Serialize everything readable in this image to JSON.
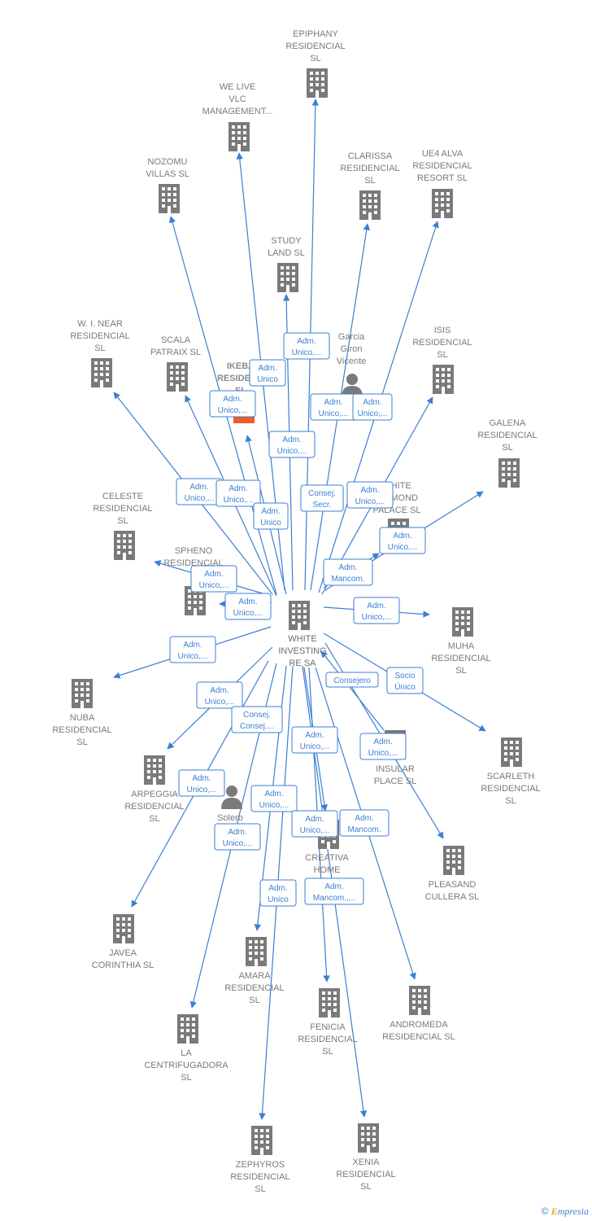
{
  "center": {
    "label": [
      "WHITE",
      "INVESTING",
      "RE SA"
    ]
  },
  "nodes": [
    {
      "id": "epiphany",
      "label": [
        "EPIPHANY",
        "RESIDENCIAL",
        "SL"
      ],
      "type": "company"
    },
    {
      "id": "welive",
      "label": [
        "WE LIVE",
        "VLC",
        "MANAGEMENT..."
      ],
      "type": "company"
    },
    {
      "id": "nozomu",
      "label": [
        "NOZOMU",
        "VILLAS  SL"
      ],
      "type": "company"
    },
    {
      "id": "clarissa",
      "label": [
        "CLARISSA",
        "RESIDENCIAL",
        "SL"
      ],
      "type": "company"
    },
    {
      "id": "ue4",
      "label": [
        "UE4 ALVA",
        "RESIDENCIAL",
        "RESORT  SL"
      ],
      "type": "company"
    },
    {
      "id": "studyland",
      "label": [
        "STUDY",
        "LAND  SL"
      ],
      "type": "company"
    },
    {
      "id": "garcia",
      "label": [
        "Garcia",
        "Giron",
        "Vicente"
      ],
      "type": "person"
    },
    {
      "id": "isis",
      "label": [
        "ISIS",
        "RESIDENCIAL",
        "SL"
      ],
      "type": "company"
    },
    {
      "id": "winear",
      "label": [
        "W.  I. NEAR",
        "RESIDENCIAL",
        "SL"
      ],
      "type": "company"
    },
    {
      "id": "scala",
      "label": [
        "SCALA",
        "PATRAIX  SL"
      ],
      "type": "company"
    },
    {
      "id": "ikeba",
      "label": [
        "IKEBA",
        "RESIDEN...",
        "SL"
      ],
      "type": "highlight"
    },
    {
      "id": "galena",
      "label": [
        "GALENA",
        "RESIDENCIAL",
        "SL"
      ],
      "type": "company"
    },
    {
      "id": "celeste",
      "label": [
        "CELESTE",
        "RESIDENCIAL",
        "SL"
      ],
      "type": "company"
    },
    {
      "id": "whitediamond",
      "label": [
        "WHITE",
        "DIAMOND",
        "PALACE  SL"
      ],
      "type": "company"
    },
    {
      "id": "spheno",
      "label": [
        "SPHENO",
        "RESIDENCIAL"
      ],
      "type": "company"
    },
    {
      "id": "muha",
      "label": [
        "MUHA",
        "RESIDENCIAL",
        "SL"
      ],
      "type": "company"
    },
    {
      "id": "nuba",
      "label": [
        "NUBA",
        "RESIDENCIAL",
        "SL"
      ],
      "type": "company"
    },
    {
      "id": "scarleth",
      "label": [
        "SCARLETH",
        "RESIDENCIAL",
        "SL"
      ],
      "type": "company"
    },
    {
      "id": "arpeggia",
      "label": [
        "ARPEGGIA",
        "RESIDENCIAL",
        "SL"
      ],
      "type": "company"
    },
    {
      "id": "insular",
      "label": [
        "INSULAR",
        "PLACE  SL"
      ],
      "type": "company"
    },
    {
      "id": "solero",
      "label": [
        "Solero",
        "V..."
      ],
      "type": "person"
    },
    {
      "id": "creativa",
      "label": [
        "CREATIVA",
        "HOME",
        "SL"
      ],
      "type": "company"
    },
    {
      "id": "pleasand",
      "label": [
        "PLEASAND",
        "CULLERA  SL"
      ],
      "type": "company"
    },
    {
      "id": "javea",
      "label": [
        "JAVEA",
        "CORINTHIA  SL"
      ],
      "type": "company"
    },
    {
      "id": "amara",
      "label": [
        "AMARA",
        "RESIDENCIAL",
        "SL"
      ],
      "type": "company"
    },
    {
      "id": "fenicia",
      "label": [
        "FENICIA",
        "RESIDENCIAL",
        "SL"
      ],
      "type": "company"
    },
    {
      "id": "andromeda",
      "label": [
        "ANDROMEDA",
        "RESIDENCIAL SL"
      ],
      "type": "company"
    },
    {
      "id": "centrifugadora",
      "label": [
        "LA",
        "CENTRIFUGADORA",
        "SL"
      ],
      "type": "company"
    },
    {
      "id": "zephyros",
      "label": [
        "ZEPHYROS",
        "RESIDENCIAL",
        "SL"
      ],
      "type": "company"
    },
    {
      "id": "xenia",
      "label": [
        "XENIA",
        "RESIDENCIAL",
        "SL"
      ],
      "type": "company"
    }
  ],
  "edge_labels": [
    [
      "Adm.",
      "Unico,..."
    ],
    [
      "Adm.",
      "Unico"
    ],
    [
      "Adm.",
      "Unico,..."
    ],
    [
      "Adm.",
      "Unico,..."
    ],
    [
      "Adm.",
      "Unico,..."
    ],
    [
      "Adm.",
      "Unico,..."
    ],
    [
      "Adm.",
      "Unico,..."
    ],
    [
      "Adm.",
      "Unico,..."
    ],
    [
      "Adm.",
      "Unico"
    ],
    [
      "Consej.",
      "Secr."
    ],
    [
      "Adm.",
      "Unico,..."
    ],
    [
      "Adm.",
      "Unico,..."
    ],
    [
      "Adm.",
      "Mancom."
    ],
    [
      "Adm.",
      "Unico,..."
    ],
    [
      "Adm.",
      "Unico,..."
    ],
    [
      "Adm.",
      "Unico,..."
    ],
    [
      "Adm.",
      "Unico,..."
    ],
    [
      "Consejero"
    ],
    [
      "Socio",
      "Único"
    ],
    [
      "Adm.",
      "Unico,..."
    ],
    [
      "Consej.",
      "Consej...."
    ],
    [
      "Adm.",
      "Unico,..."
    ],
    [
      "Adm.",
      "Unico,..."
    ],
    [
      "Adm.",
      "Unico,..."
    ],
    [
      "Adm.",
      "Unico,..."
    ],
    [
      "Adm.",
      "Unico,..."
    ],
    [
      "Adm.",
      "Mancom."
    ],
    [
      "Adm.",
      "Unico,..."
    ],
    [
      "Adm.",
      "Unico"
    ],
    [
      "Adm.",
      "Mancom.,..."
    ]
  ],
  "footer": {
    "copyright": "©",
    "brand_e": "E",
    "brand_rest": "mpresia"
  },
  "colors": {
    "edge": "#3b7fd4",
    "node": "#7a7a7a",
    "highlight": "#f05a28"
  }
}
